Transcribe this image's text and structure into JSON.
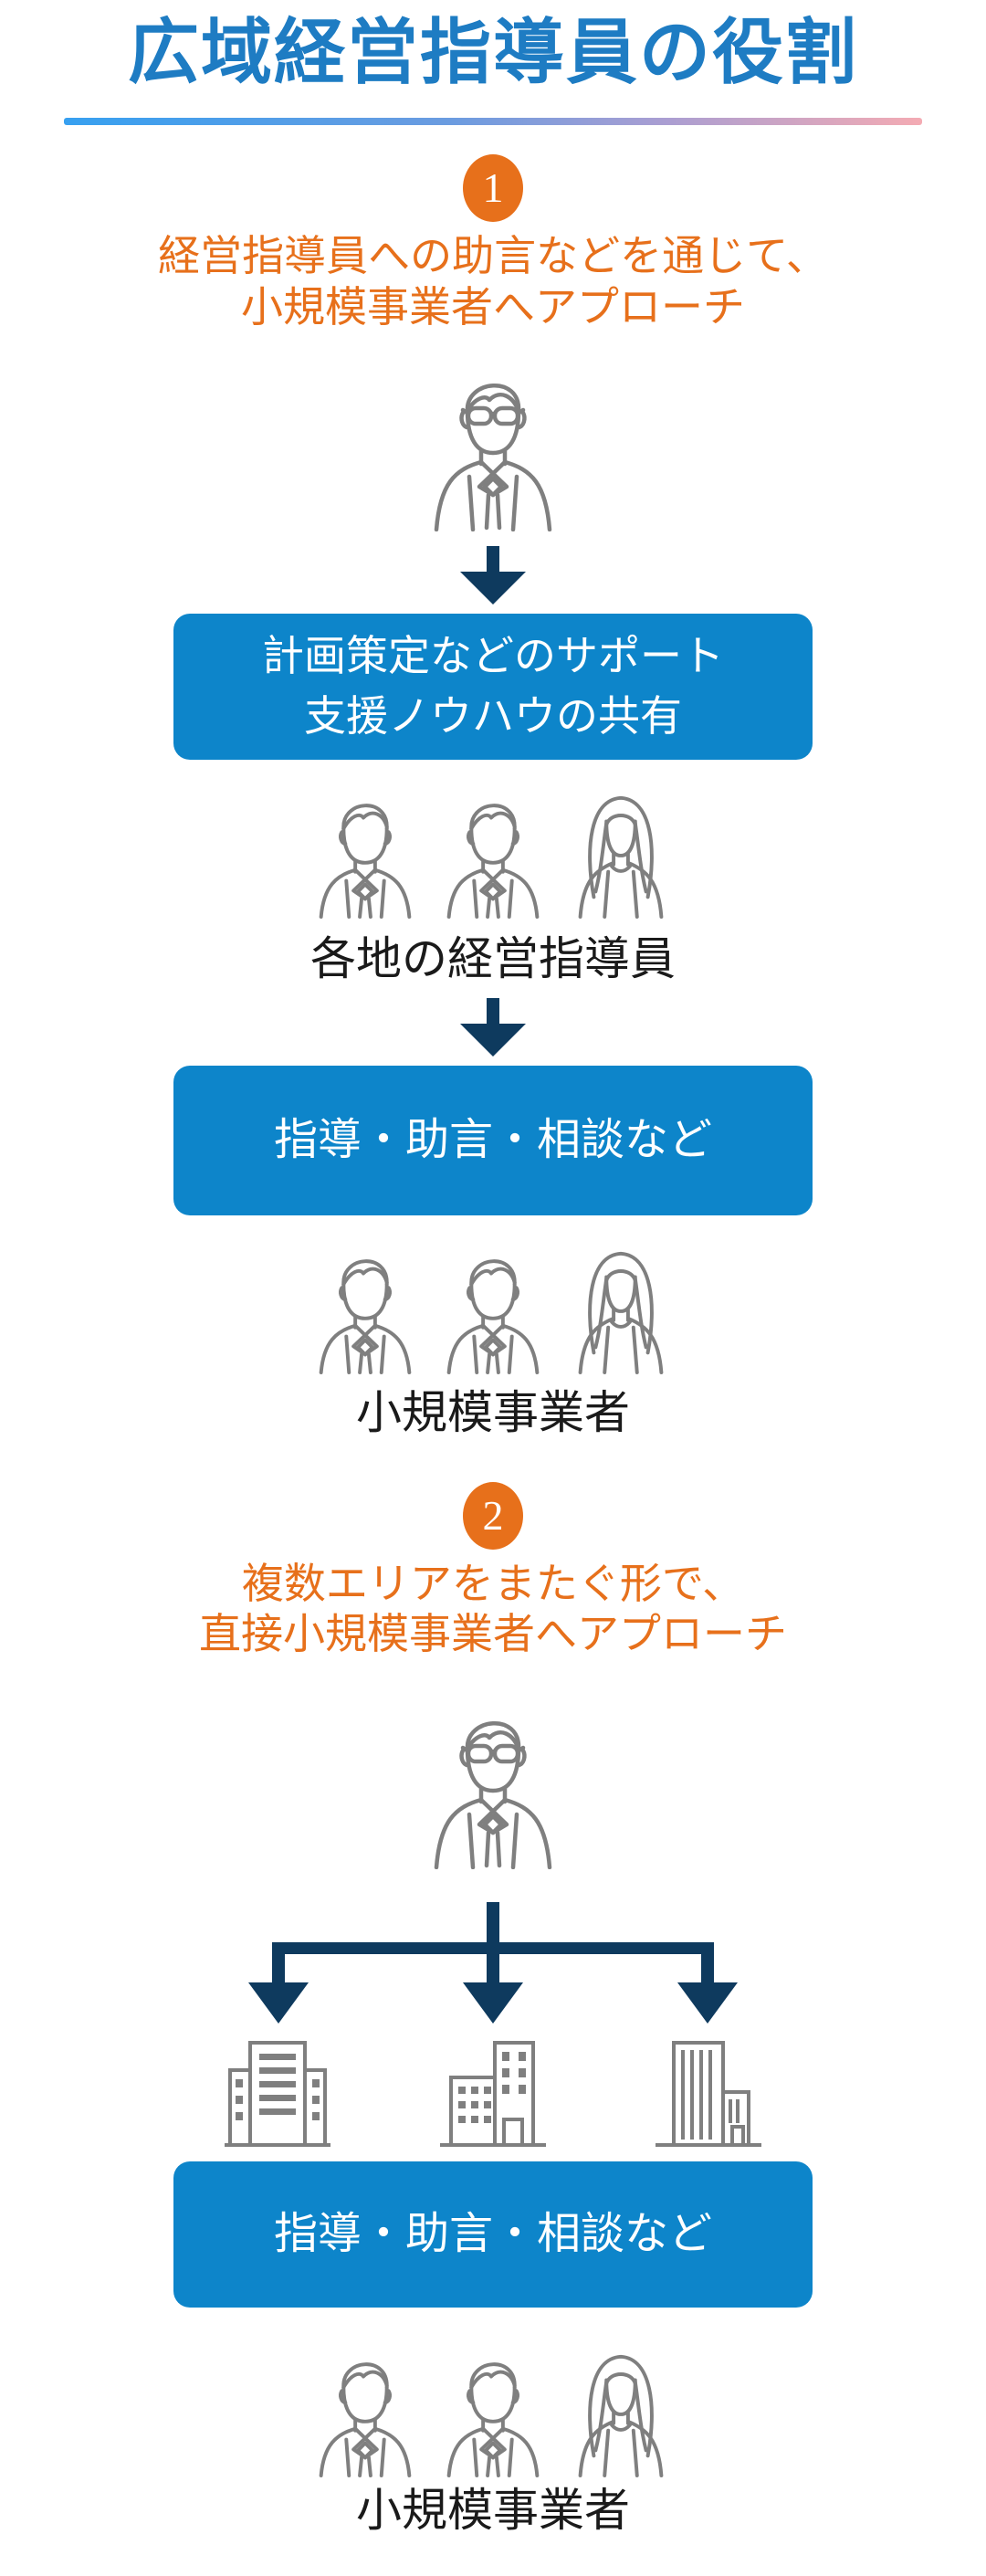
{
  "title": "広域経営指導員の役割",
  "steps": [
    {
      "number": "1",
      "desc_line1": "経営指導員への助言などを通じて、",
      "desc_line2": "小規模事業者へアプローチ",
      "support_box_line1": "計画策定などのサポート",
      "support_box_line2": "支援ノウハウの共有",
      "advisors_label": "各地の経営指導員",
      "guidance_box": "指導・助言・相談など",
      "businesses_label": "小規模事業者"
    },
    {
      "number": "2",
      "desc_line1": "複数エリアをまたぐ形で、",
      "desc_line2": "直接小規模事業者へアプローチ",
      "guidance_box": "指導・助言・相談など",
      "businesses_label": "小規模事業者"
    }
  ],
  "icons": {
    "advisor": "business-advisor-with-glasses-icon",
    "group_member_male": "businessman-icon",
    "group_member_female": "businesswoman-icon",
    "down_arrow": "down-arrow-icon",
    "branch_arrows": "three-way-branch-arrow-icon",
    "building_left": "office-building-stripes-icon",
    "building_middle": "office-building-windows-icon",
    "building_right": "office-tower-icon"
  },
  "colors": {
    "title_blue": "#1E7CC3",
    "box_blue": "#0D85CA",
    "accent_orange": "#E7701B",
    "arrow_navy": "#0E3A5E",
    "icon_gray": "#7F7F7F",
    "label_black": "#1A1A1A",
    "divider_gradient_left": "#37A0F0",
    "divider_gradient_right": "#F4ABB3"
  }
}
